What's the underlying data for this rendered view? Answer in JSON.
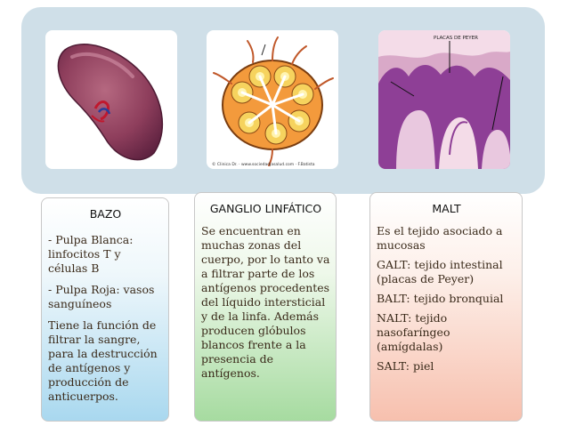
{
  "images": {
    "spleen": {
      "icon": "spleen-illustration"
    },
    "lymph_node": {
      "icon": "lymph-node-illustration",
      "copyright": "© Clinica Dr. · www.sociedadjasalud.com · F.Batista"
    },
    "peyer": {
      "icon": "peyer-patch-histology",
      "label": "PLACAS DE PEYER"
    }
  },
  "cards": [
    {
      "title": "BAZO",
      "paragraphs": [
        "- Pulpa Blanca: linfocitos T y células B",
        "- Pulpa Roja: vasos sanguíneos",
        "Tiene la función de filtrar la sangre, para la destrucción de antígenos y producción de anticuerpos."
      ],
      "color": "#a9d8ef"
    },
    {
      "title": "GANGLIO LINFÁTICO",
      "paragraphs": [
        "Se encuentran en muchas zonas del cuerpo, por lo tanto va a filtrar parte de los antígenos procedentes del líquido intersticial y de la linfa. Además producen glóbulos blancos frente a la presencia de antígenos."
      ],
      "color": "#a6dba0"
    },
    {
      "title": "MALT",
      "paragraphs": [
        "Es el tejido asociado a mucosas",
        "GALT: tejido intestinal (placas de Peyer)",
        "BALT: tejido bronquial",
        "NALT: tejido nasofaríngeo (amígdalas)",
        "SALT: piel"
      ],
      "color": "#f7c0ae"
    }
  ]
}
